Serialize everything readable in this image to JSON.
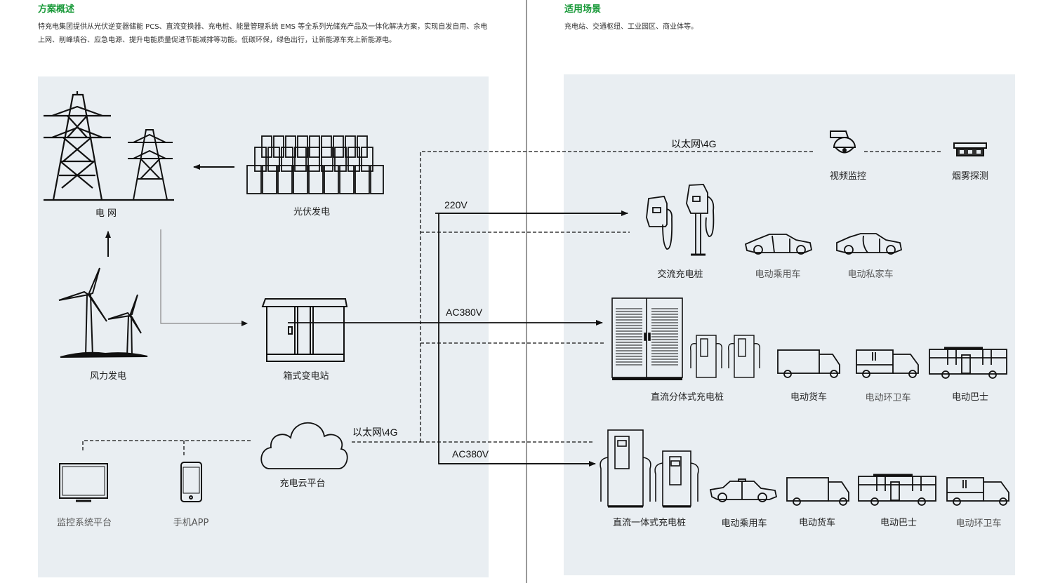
{
  "overview": {
    "title": "方案概述",
    "text_line1": "特充电集团提供从光伏逆变器储能 PCS、直流变换器、充电桩、能量管理系统 EMS 等全系列光储充产品及一体化解决方案，实现自发自用、余电",
    "text_line2": "上网、削峰填谷、应急电源、提升电能质量促进节能减排等功能。低碳环保，绿色出行，让新能源车充上新能源电。"
  },
  "scenarios": {
    "title": "适用场景",
    "text": "充电站、交通枢纽、工业园区、商业体等。"
  },
  "left_nodes": {
    "grid": "电 网",
    "pv": "光伏发电",
    "wind": "风力发电",
    "substation": "箱式变电站",
    "cloud": "充电云平台",
    "monitor": "监控系统平台",
    "app": "手机APP"
  },
  "line_labels": {
    "ethernet_top": "以太网\\4G",
    "ethernet_cloud": "以太网\\4G",
    "v220": "220V",
    "ac380_split": "AC380V",
    "ac380_integrated": "AC380V"
  },
  "right_nodes": {
    "video": "视频监控",
    "smoke": "烟雾探测",
    "ac_charger": "交流充电桩",
    "ev_passenger_1": "电动乘用车",
    "ev_private": "电动私家车",
    "dc_split": "直流分体式充电桩",
    "ev_truck_1": "电动货车",
    "ev_sanitation_1": "电动环卫车",
    "ev_bus_1": "电动巴士",
    "dc_integrated": "直流一体式充电桩",
    "ev_passenger_2": "电动乘用车",
    "ev_truck_2": "电动货车",
    "ev_bus_2": "电动巴士",
    "ev_sanitation_2": "电动环卫车"
  },
  "colors": {
    "accent_green": "#1a9a3a",
    "panel_bg": "#e9eef2",
    "line": "#111111"
  }
}
